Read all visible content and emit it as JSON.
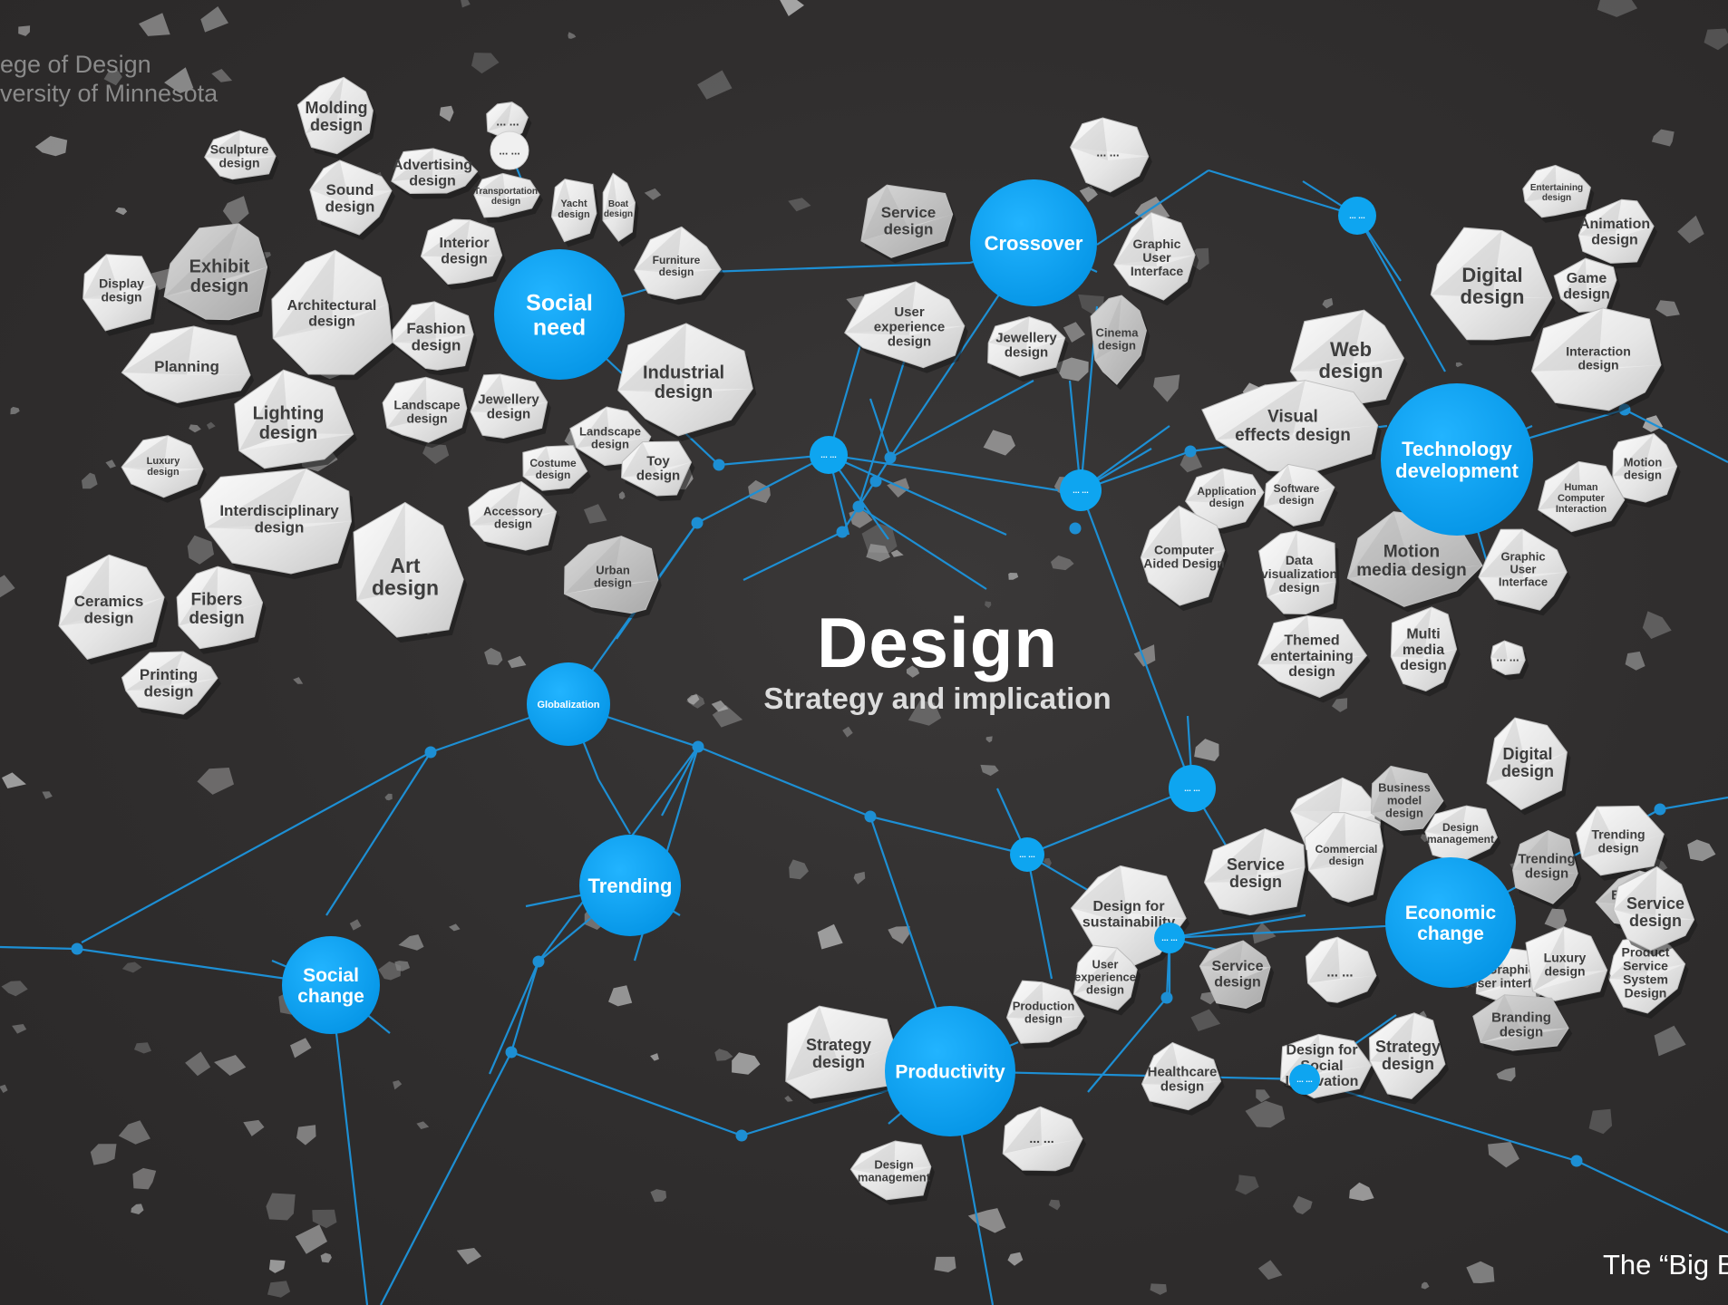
{
  "header": {
    "line1": "ege of Design",
    "line2": "versity of Minnesota"
  },
  "title": "Design",
  "subtitle": "Strategy and implication",
  "footer": "The “Big B",
  "colors": {
    "background": "#2f2d2d",
    "hub": "#0ea5f0",
    "line": "#1d8fd4",
    "rock": "#ececec",
    "rock_text": "#3d3d3d"
  },
  "hubs": [
    {
      "id": "social-need",
      "lines": [
        "Social",
        "need"
      ]
    },
    {
      "id": "crossover",
      "lines": [
        "Crossover"
      ]
    },
    {
      "id": "technology-development",
      "lines": [
        "Technology",
        "development"
      ]
    },
    {
      "id": "globalization",
      "lines": [
        "Globalization"
      ]
    },
    {
      "id": "trending",
      "lines": [
        "Trending"
      ]
    },
    {
      "id": "social-change",
      "lines": [
        "Social",
        "change"
      ]
    },
    {
      "id": "productivity",
      "lines": [
        "Productivity"
      ]
    },
    {
      "id": "economic-change",
      "lines": [
        "Economic",
        "change"
      ]
    }
  ],
  "junctions": [
    {
      "label": "... ..."
    },
    {
      "label": "... ..."
    },
    {
      "label": "... ..."
    },
    {
      "label": "... ..."
    },
    {
      "label": "... ..."
    },
    {
      "label": "... ..."
    },
    {
      "label": "... ..."
    },
    {
      "label": "... ..."
    }
  ],
  "rocks": [
    {
      "lines": [
        "Molding",
        "design"
      ]
    },
    {
      "lines": [
        "Sculpture",
        "design"
      ]
    },
    {
      "lines": [
        "Advertising",
        "design"
      ]
    },
    {
      "lines": [
        "Sound",
        "design"
      ]
    },
    {
      "lines": [
        "Transportation",
        "design"
      ]
    },
    {
      "lines": [
        "Yacht",
        "design"
      ]
    },
    {
      "lines": [
        "Boat",
        "design"
      ]
    },
    {
      "lines": [
        "Display",
        "design"
      ]
    },
    {
      "lines": [
        "Exhibit",
        "design"
      ]
    },
    {
      "lines": [
        "Interior",
        "design"
      ]
    },
    {
      "lines": [
        "Furniture",
        "design"
      ]
    },
    {
      "lines": [
        "Architectural",
        "design"
      ]
    },
    {
      "lines": [
        "Fashion",
        "design"
      ]
    },
    {
      "lines": [
        "Planning"
      ]
    },
    {
      "lines": [
        "Industrial",
        "design"
      ]
    },
    {
      "lines": [
        "Lighting",
        "design"
      ]
    },
    {
      "lines": [
        "Landscape",
        "design"
      ]
    },
    {
      "lines": [
        "Jewellery",
        "design"
      ]
    },
    {
      "lines": [
        "Luxury",
        "design"
      ]
    },
    {
      "lines": [
        "Landscape",
        "design"
      ]
    },
    {
      "lines": [
        "Costume",
        "design"
      ]
    },
    {
      "lines": [
        "Toy",
        "design"
      ]
    },
    {
      "lines": [
        "Interdisciplinary",
        "design"
      ]
    },
    {
      "lines": [
        "Accessory",
        "design"
      ]
    },
    {
      "lines": [
        "Art",
        "design"
      ]
    },
    {
      "lines": [
        "Urban",
        "design"
      ]
    },
    {
      "lines": [
        "Ceramics",
        "design"
      ]
    },
    {
      "lines": [
        "Fibers",
        "design"
      ]
    },
    {
      "lines": [
        "Printing",
        "design"
      ]
    },
    {
      "lines": [
        "... ..."
      ]
    },
    {
      "lines": [
        "Service",
        "design"
      ]
    },
    {
      "lines": [
        "... ..."
      ]
    },
    {
      "lines": [
        "Graphic",
        "User",
        "Interface"
      ]
    },
    {
      "lines": [
        "User",
        "experience",
        "design"
      ]
    },
    {
      "lines": [
        "Jewellery",
        "design"
      ]
    },
    {
      "lines": [
        "Cinema",
        "design"
      ]
    },
    {
      "lines": [
        "Entertaining",
        "design"
      ]
    },
    {
      "lines": [
        "Animation",
        "design"
      ]
    },
    {
      "lines": [
        "Digital",
        "design"
      ]
    },
    {
      "lines": [
        "Game",
        "design"
      ]
    },
    {
      "lines": [
        "Interaction",
        "design"
      ]
    },
    {
      "lines": [
        "Web",
        "design"
      ]
    },
    {
      "lines": [
        "Visual",
        "effects design"
      ]
    },
    {
      "lines": [
        "Application",
        "design"
      ]
    },
    {
      "lines": [
        "Software",
        "design"
      ]
    },
    {
      "lines": [
        "Motion",
        "design"
      ]
    },
    {
      "lines": [
        "Human",
        "Computer",
        "Interaction"
      ]
    },
    {
      "lines": [
        "Computer",
        "Aided Design"
      ]
    },
    {
      "lines": [
        "Data",
        "visualization",
        "design"
      ]
    },
    {
      "lines": [
        "Motion",
        "media design"
      ]
    },
    {
      "lines": [
        "Graphic",
        "User",
        "Interface"
      ]
    },
    {
      "lines": [
        "Themed",
        "entertaining",
        "design"
      ]
    },
    {
      "lines": [
        "Multi",
        "media",
        "design"
      ]
    },
    {
      "lines": [
        "... ..."
      ]
    },
    {
      "lines": [
        "... ..."
      ]
    },
    {
      "lines": [
        "Trending",
        "design"
      ]
    },
    {
      "lines": [
        "Branding",
        "design"
      ]
    },
    {
      "lines": [
        "User",
        "experience",
        "design"
      ]
    },
    {
      "lines": [
        "Graphic",
        "user interface"
      ]
    },
    {
      "lines": [
        "Product",
        "Service",
        "System",
        "Design"
      ]
    },
    {
      "lines": [
        "Design for",
        "sustainability"
      ]
    },
    {
      "lines": [
        "User",
        "experience",
        "design"
      ]
    },
    {
      "lines": [
        "Service",
        "design"
      ]
    },
    {
      "lines": [
        "Healthcare",
        "design"
      ]
    },
    {
      "lines": [
        "Design for",
        "Social",
        "Innovation"
      ]
    },
    {
      "lines": [
        "Strategy",
        "design"
      ]
    },
    {
      "lines": [
        "Production",
        "design"
      ]
    },
    {
      "lines": [
        "Design",
        "management"
      ]
    },
    {
      "lines": [
        "... ..."
      ]
    },
    {
      "lines": [
        "Business",
        "model",
        "design"
      ]
    },
    {
      "lines": [
        "Digital",
        "design"
      ]
    },
    {
      "lines": [
        "Design",
        "management"
      ]
    },
    {
      "lines": [
        "Commercial",
        "design"
      ]
    },
    {
      "lines": [
        "Service",
        "design"
      ]
    },
    {
      "lines": [
        "Trending",
        "design"
      ]
    },
    {
      "lines": [
        "Service",
        "design"
      ]
    },
    {
      "lines": [
        "... ..."
      ]
    },
    {
      "lines": [
        "Luxury",
        "design"
      ]
    },
    {
      "lines": [
        "Strategy",
        "design"
      ]
    },
    {
      "lines": [
        "Branding",
        "design"
      ]
    }
  ]
}
